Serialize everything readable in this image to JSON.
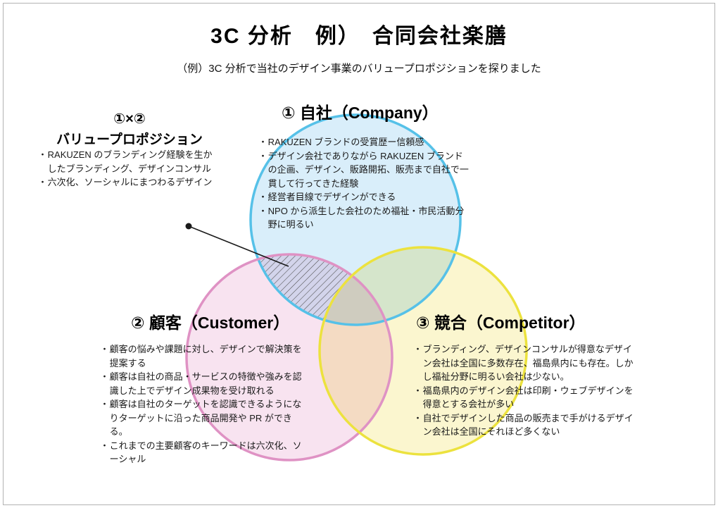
{
  "page": {
    "title": "3C 分析　例）　合同会社楽膳",
    "subtitle": "（例）3C 分析で当社のデザイン事業のバリュープロポジションを探りました"
  },
  "ui": {
    "bullet": "・"
  },
  "value_proposition": {
    "label": "①×②",
    "title": "バリュープロポジション",
    "bullets": [
      "RAKUZEN のブランディング経験を生かしたブランディング、デザインコンサル",
      "六次化、ソーシャルにまつわるデザイン"
    ]
  },
  "company": {
    "heading": "① 自社（Company）",
    "bullets": [
      "RAKUZEN ブランドの受賞歴ー信頼感",
      "デザイン会社でありながら RAKUZEN ブランドの企画、デザイン、販路開拓、販売まで自社で一貫して行ってきた経験",
      "経営者目線でデザインができる",
      "NPO から派生した会社のため福祉・市民活動分野に明るい"
    ]
  },
  "customer": {
    "heading": "② 顧客（Customer）",
    "bullets": [
      "顧客の悩みや課題に対し、デザインで解決策を提案する",
      "顧客は自社の商品・サービスの特徴や強みを認識した上でデザイン成果物を受け取れる",
      "顧客は自社のターゲットを認識できるようになりターゲットに沿った商品開発や PR ができる。",
      "これまでの主要顧客のキーワードは六次化、ソーシャル"
    ]
  },
  "competitor": {
    "heading": "③ 競合（Competitor）",
    "bullets": [
      "ブランディング、デザインコンサルが得意なデザイン会社は全国に多数存在、福島県内にも存在。しかし福祉分野に明るい会社は少ない。",
      "福島県内のデザイン会社は印刷・ウェブデザインを得意とする会社が多い",
      "自社でデザインした商品の販売まで手がけるデザイン会社は全国にそれほど多くない"
    ]
  },
  "colors": {
    "company_stroke": "#56c1e8",
    "company_fill": "#d9eefa",
    "customer_stroke": "#df92c4",
    "customer_fill": "#f8e3f0",
    "competitor_stroke": "#ece23e",
    "competitor_fill": "#fbf6cf",
    "hatch": "#4d4d4d",
    "pointer": "#1a1a1a"
  }
}
